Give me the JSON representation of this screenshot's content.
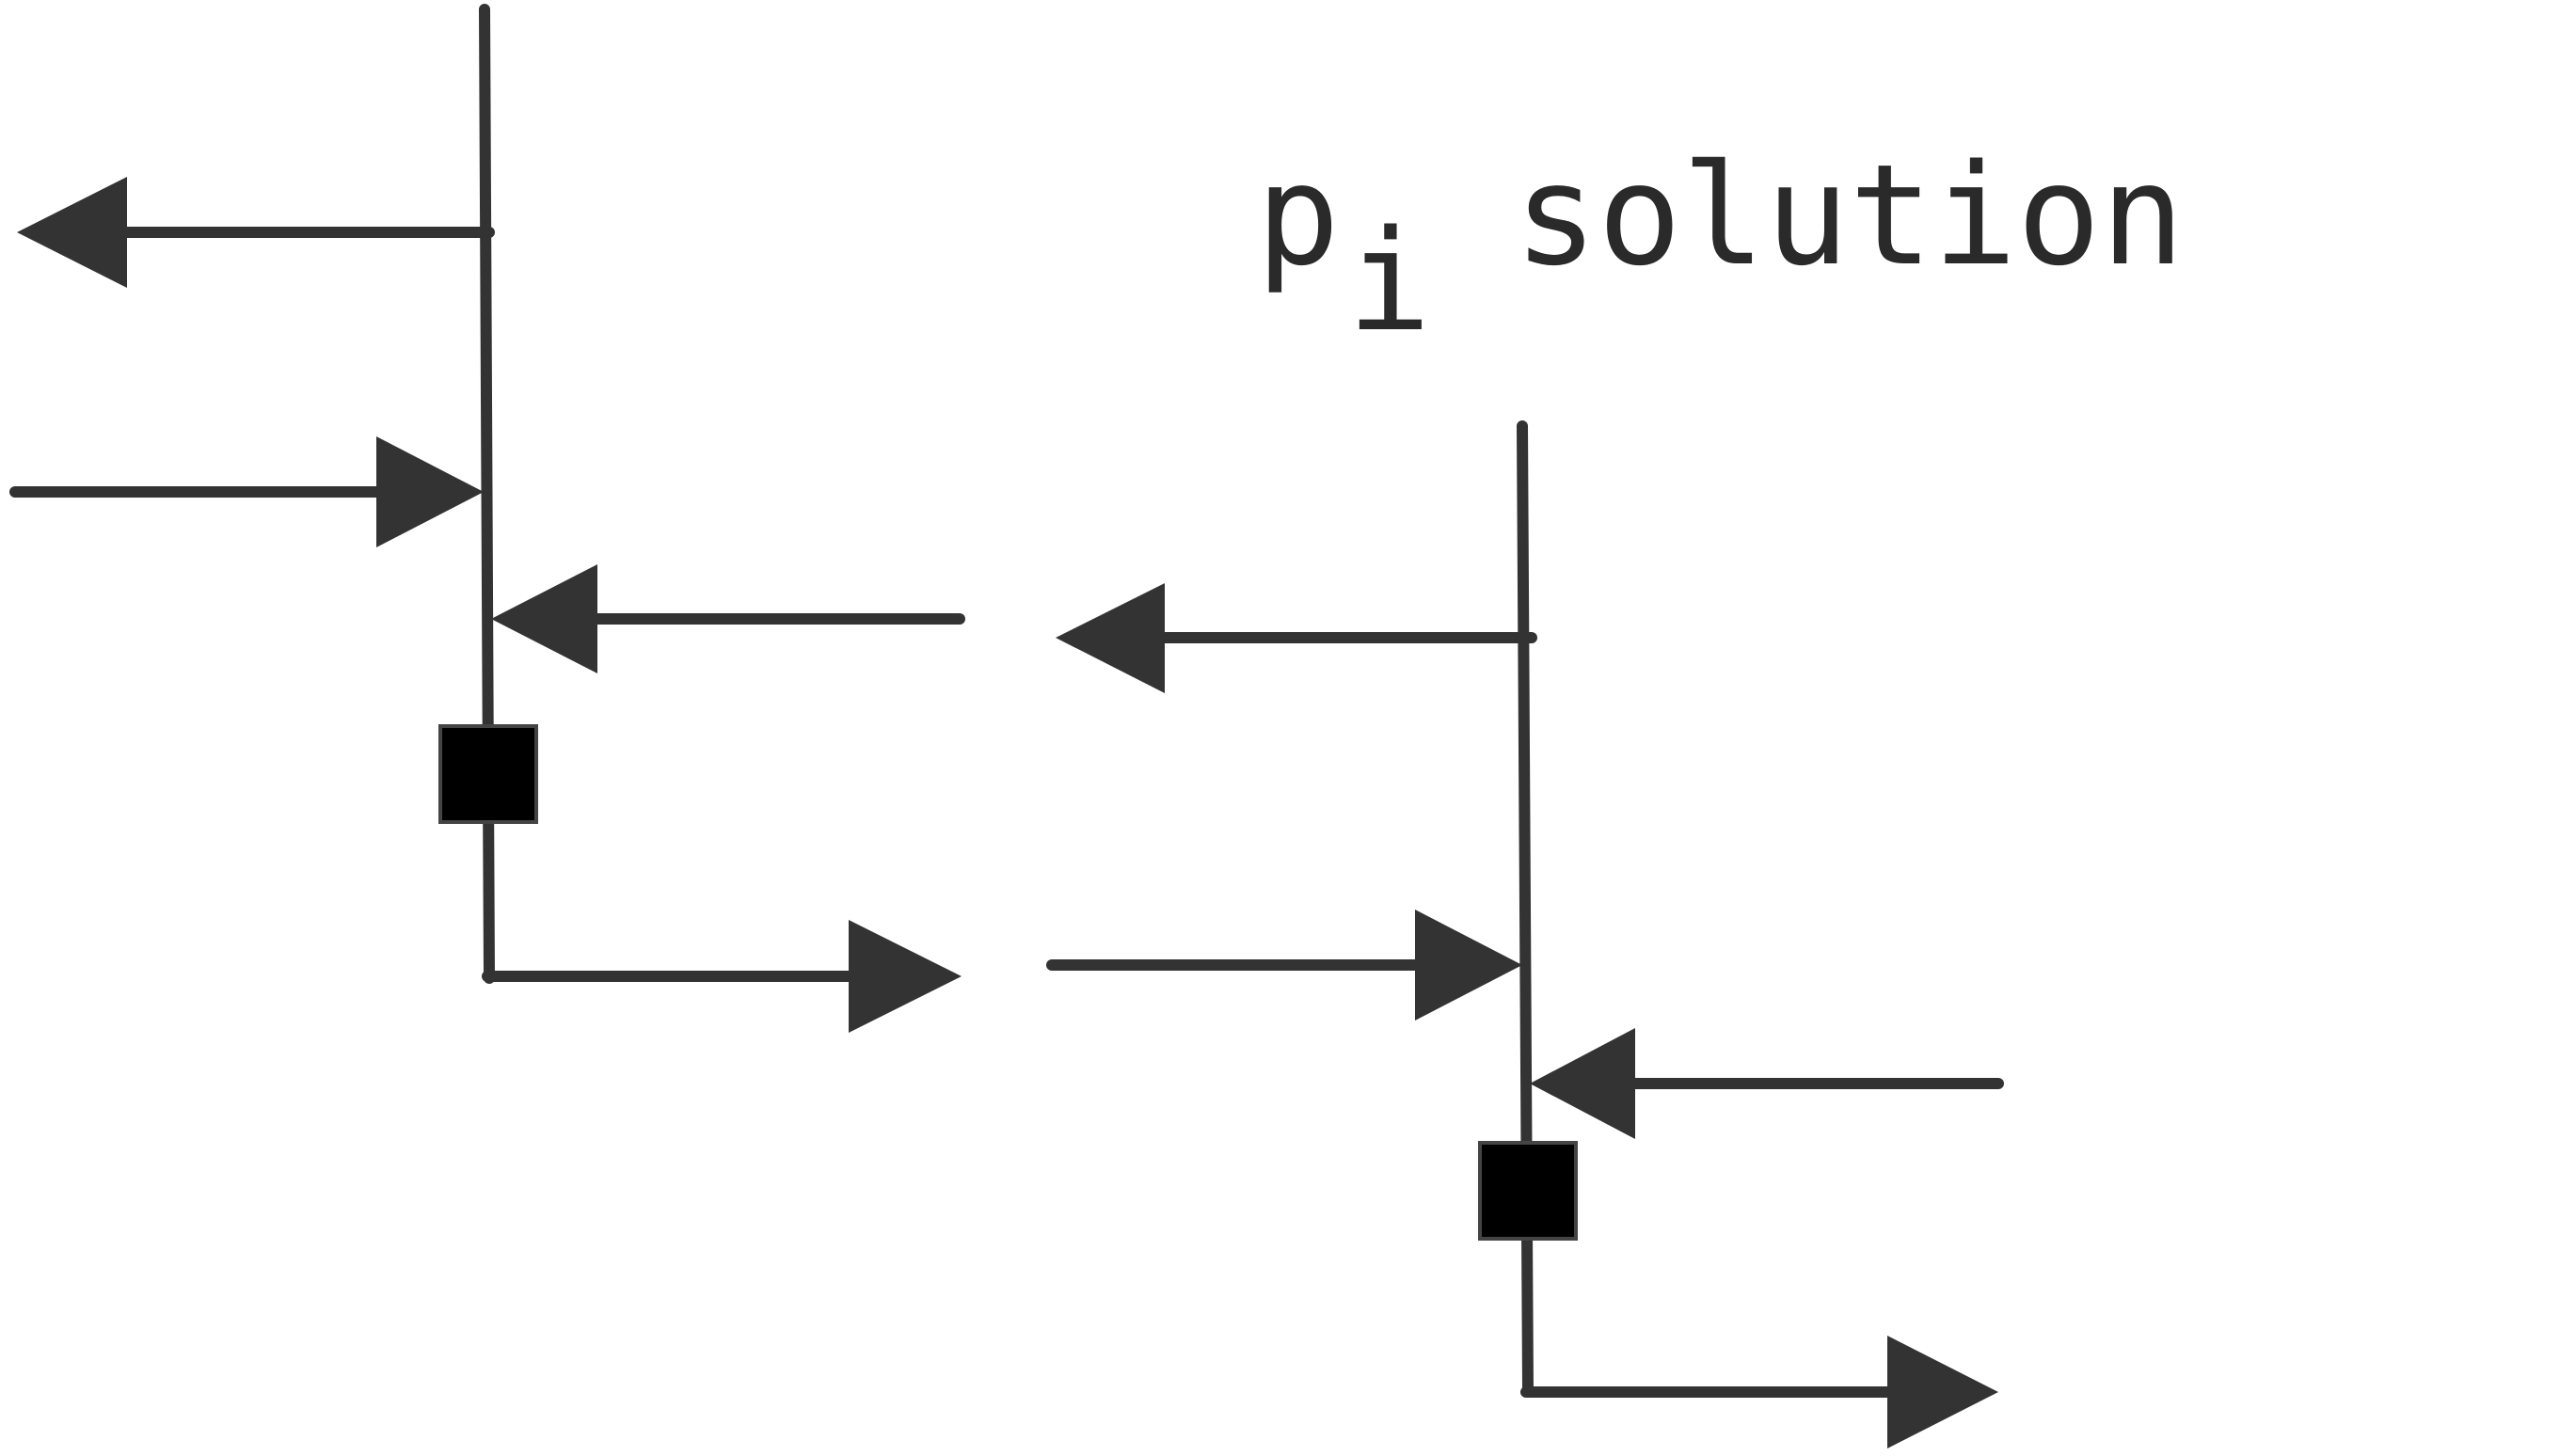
{
  "diagram": {
    "title_main": "p",
    "title_sub": "i",
    "title_rest": " solution"
  },
  "colors": {
    "stroke": "#333333",
    "node_fill": "#000000",
    "background": "#ffffff"
  }
}
